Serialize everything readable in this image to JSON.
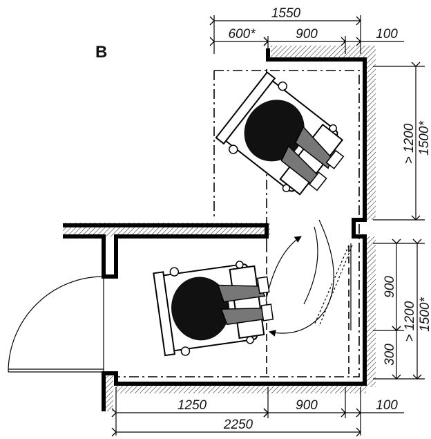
{
  "figure": {
    "label": "B",
    "dimensions": {
      "top_total": "1550",
      "top_left": "600*",
      "top_mid": "900",
      "top_right": "100",
      "right_upper_a": "> 1200",
      "right_upper_b": "1500*",
      "right_lower_900": "900",
      "right_lower_300": "300",
      "right_lower_a": "> 1200",
      "right_lower_b": "1500*",
      "bottom_left": "1250",
      "bottom_mid": "900",
      "bottom_right": "100",
      "bottom_total": "2250"
    }
  },
  "icons": {
    "wheelchair_upper": "wheelchair-user-icon",
    "wheelchair_lower": "wheelchair-user-icon",
    "door": "door-swing-icon",
    "turn_arrow": "turn-arrow-icon"
  }
}
